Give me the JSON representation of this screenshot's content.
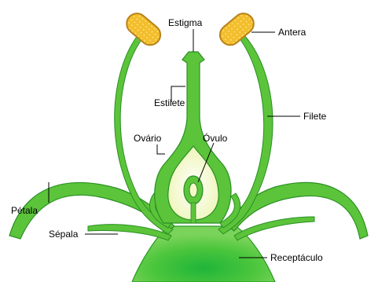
{
  "labels": {
    "estigma": "Estigma",
    "antera": "Antera",
    "estilete": "Estilete",
    "filete": "Filete",
    "ovario": "Ovário",
    "ovulo": "Óvulo",
    "petala": "Pétala",
    "sepala": "Sépala",
    "receptaculo": "Receptáculo"
  },
  "colors": {
    "green": "#5cc43a",
    "green_light": "#8fdc5e",
    "green_dark": "#2fae2a",
    "outline": "#1f7f1a",
    "anther": "#f5c23a",
    "anther_outline": "#c88a18",
    "ovary_inner": "#f4f8c8",
    "background": "#ffffff"
  }
}
